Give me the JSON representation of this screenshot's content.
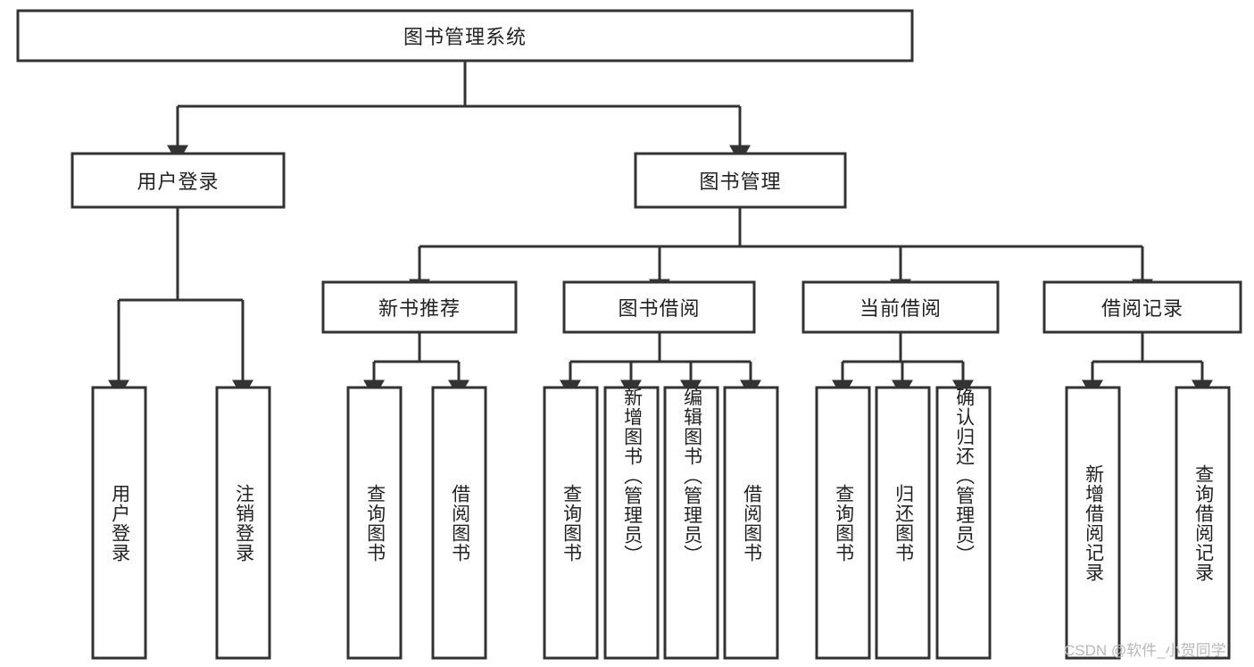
{
  "diagram": {
    "type": "tree",
    "title": "图书管理系统",
    "root": {
      "label": "图书管理系统"
    },
    "level2": [
      {
        "label": "用户登录"
      },
      {
        "label": "图书管理"
      }
    ],
    "level3": [
      {
        "label": "新书推荐"
      },
      {
        "label": "图书借阅"
      },
      {
        "label": "当前借阅"
      },
      {
        "label": "借阅记录"
      }
    ],
    "leaves": {
      "user_login": [
        {
          "label": "用户登录"
        },
        {
          "label": "注销登录"
        }
      ],
      "new_book_recommend": [
        {
          "label": "查询图书"
        },
        {
          "label": "借阅图书"
        }
      ],
      "book_borrow": [
        {
          "label": "查询图书"
        },
        {
          "label": "新增图书（管理员）"
        },
        {
          "label": "编辑图书（管理员）"
        },
        {
          "label": "借阅图书"
        }
      ],
      "current_borrow": [
        {
          "label": "查询图书"
        },
        {
          "label": "归还图书"
        },
        {
          "label": "确认归还（管理员）"
        }
      ],
      "borrow_record": [
        {
          "label": "新增借阅记录"
        },
        {
          "label": "查询借阅记录"
        }
      ]
    }
  },
  "watermark": {
    "text": "CSDN @软件_小贺同学"
  },
  "colors": {
    "stroke": "#333333",
    "box_fill": "#ffffff",
    "text": "#222222",
    "watermark": "#b9b9b9",
    "background": "#ffffff"
  }
}
